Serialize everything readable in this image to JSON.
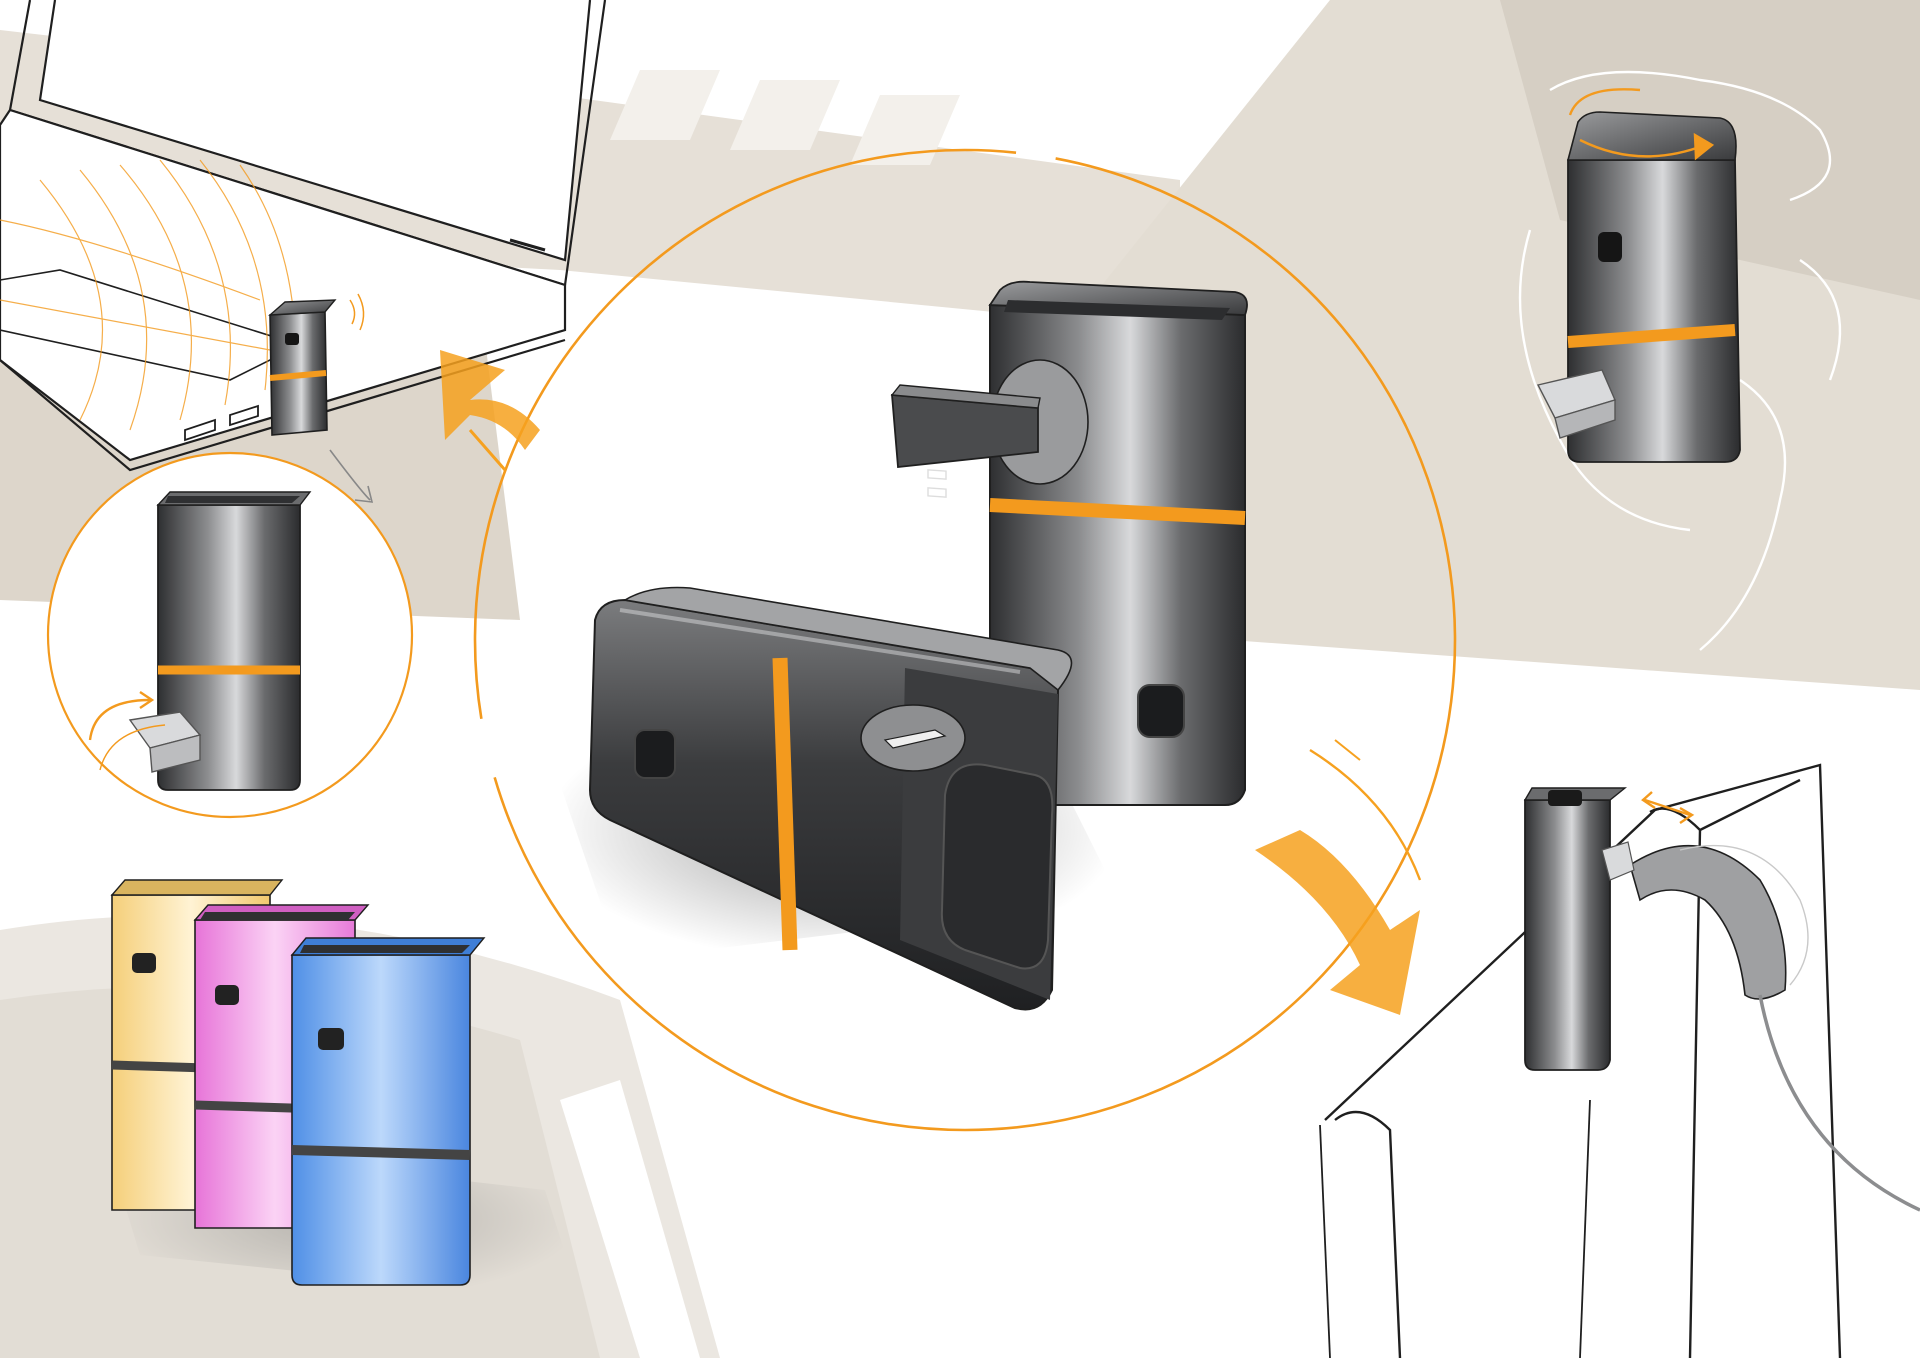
{
  "colors": {
    "accent_orange": "#f39a1e",
    "device_dark": "#3c3d3f",
    "device_mid": "#6b6c6e",
    "device_light": "#a8a9ab",
    "warm_background": "#ddd6cb",
    "light_background": "#ece8e2",
    "variant_yellow": "#f7d98f",
    "variant_pink": "#ee8fe3",
    "variant_blue": "#6aa6ee",
    "sketch_line": "#1f1f1f"
  },
  "scenes": [
    {
      "id": "laptop-plugged",
      "icon": "laptop-icon"
    },
    {
      "id": "rotate-connector-detail",
      "icon": "rotate-arrow-icon"
    },
    {
      "id": "color-variants",
      "variants": [
        "yellow",
        "pink",
        "blue"
      ]
    },
    {
      "id": "main-product-view",
      "icon": "usb-connector-icon"
    },
    {
      "id": "hand-twist",
      "icon": "twist-arrow-icon"
    },
    {
      "id": "cable-docking",
      "icon": "cable-icon"
    }
  ]
}
